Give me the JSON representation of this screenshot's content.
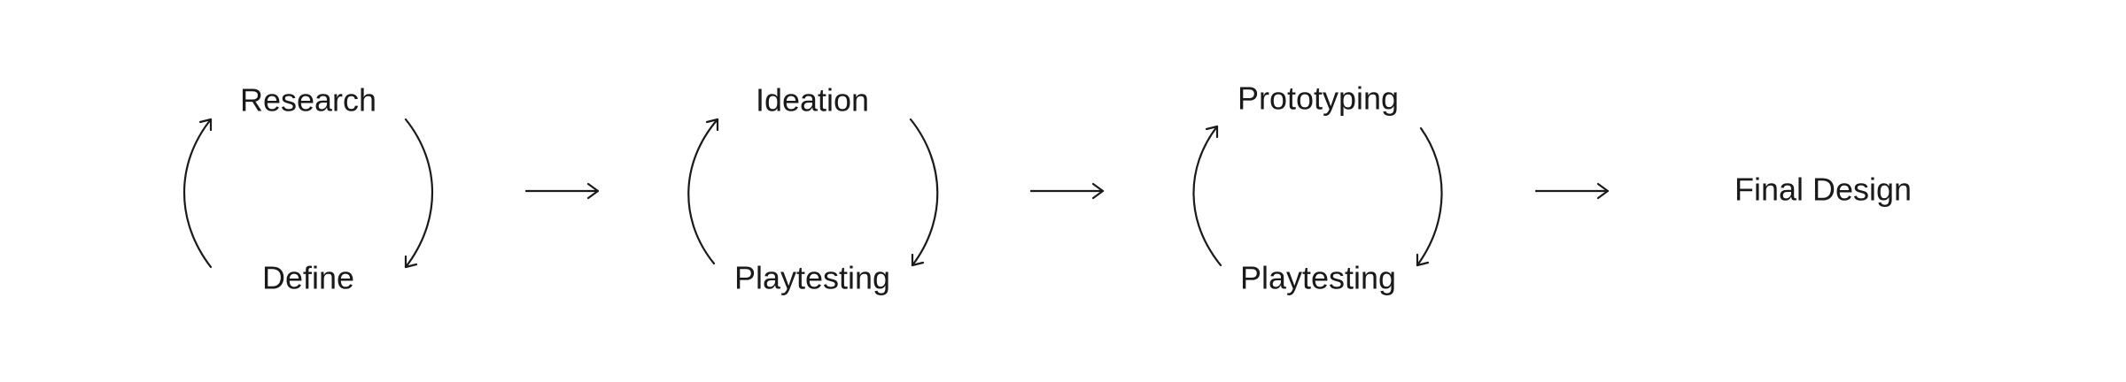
{
  "stages": [
    {
      "top_label": "Research",
      "bottom_label": "Define"
    },
    {
      "top_label": "Ideation",
      "bottom_label": "Playtesting"
    },
    {
      "top_label": "Prototyping",
      "bottom_label": "Playtesting"
    }
  ],
  "final_label": "Final Design",
  "colors": {
    "ink": "#1a1a1a",
    "background": "#ffffff"
  },
  "icons": [
    "curved-cycle-arrow-icon",
    "right-arrow-icon"
  ]
}
